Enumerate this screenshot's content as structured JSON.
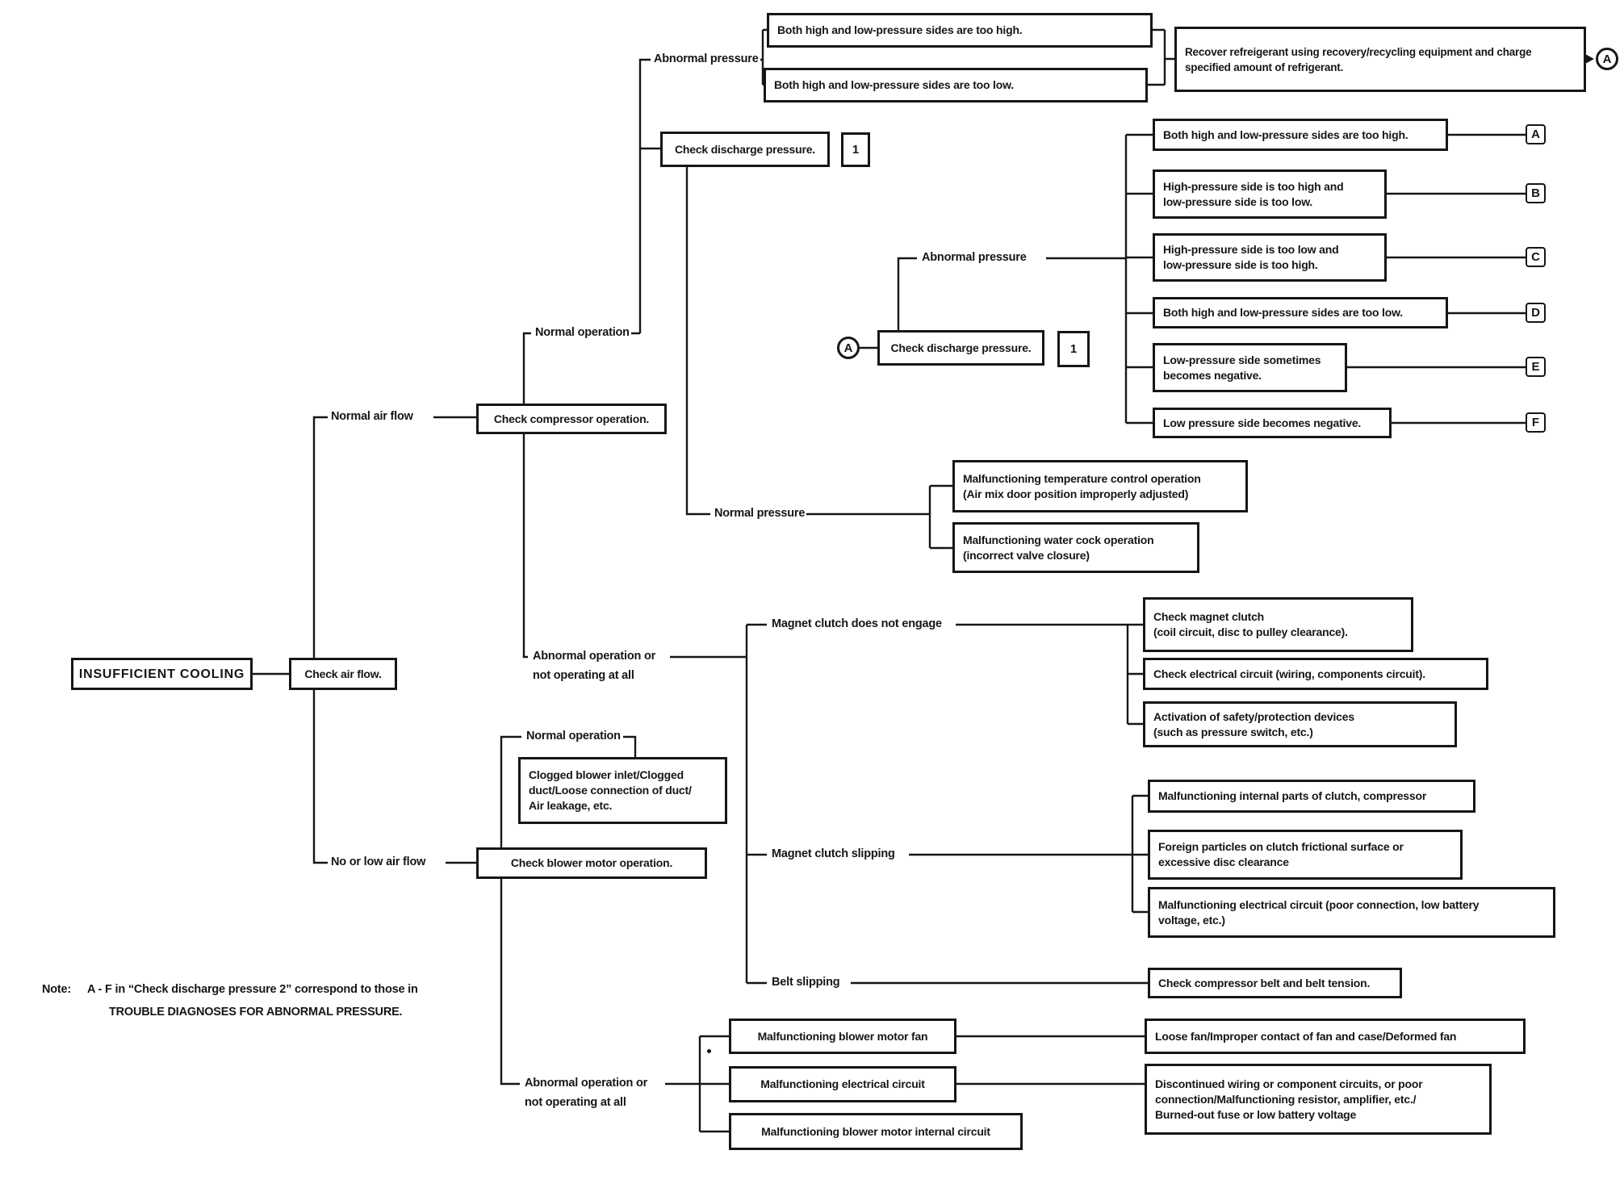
{
  "colors": {
    "ink": "#161616",
    "paper": "#ffffff"
  },
  "t": {
    "insufficient_cooling": "INSUFFICIENT COOLING",
    "check_air_flow": "Check air flow.",
    "normal_air_flow": "Normal air flow",
    "no_or_low_air_flow": "No or low air flow",
    "check_compressor": "Check compressor operation.",
    "normal_operation": "Normal operation",
    "abnormal_operation_1": "Abnormal operation or",
    "abnormal_operation_2": "not operating at all",
    "check_discharge": "Check discharge pressure.",
    "ref1": "1",
    "abnormal_pressure": "Abnormal pressure",
    "normal_pressure": "Normal pressure",
    "conn_a": "A",
    "both_high": "Both high and low-pressure sides are too high.",
    "both_low": "Both high and low-pressure sides are too low.",
    "recover_1": "Recover refreigerant using recovery/recycling equipment and charge",
    "recover_2": "specified amount of refrigerant.",
    "res_b1": "High-pressure side is too high and",
    "res_b2": "low-pressure side is too low.",
    "res_c1": "High-pressure side is too low and",
    "res_c2": "low-pressure side is too high.",
    "res_e1": "Low-pressure side sometimes",
    "res_e2": "becomes negative.",
    "res_f": "Low pressure side becomes negative.",
    "letter_a": "A",
    "letter_b": "B",
    "letter_c": "C",
    "letter_d": "D",
    "letter_e": "E",
    "letter_f": "F",
    "temp_1": "Malfunctioning temperature control operation",
    "temp_2": "(Air mix door position improperly adjusted)",
    "cock_1": "Malfunctioning water cock operation",
    "cock_2": "(incorrect valve closure)",
    "clutch_no_engage": "Magnet clutch does not engage",
    "chk_clutch_1": "Check magnet clutch",
    "chk_clutch_2": "(coil circuit, disc to pulley clearance).",
    "chk_elec": "Check electrical circuit (wiring, components circuit).",
    "safety_1": "Activation of safety/protection devices",
    "safety_2": "(such as pressure switch, etc.)",
    "clutch_slip": "Magnet clutch slipping",
    "internal": "Malfunctioning internal parts of clutch, compressor",
    "foreign_1": "Foreign particles on clutch frictional surface or",
    "foreign_2": "excessive disc clearance",
    "elec_1": "Malfunctioning electrical circuit (poor connection, low battery",
    "elec_2": "voltage, etc.)",
    "belt_slip": "Belt slipping",
    "chk_belt": "Check compressor belt and belt tension.",
    "check_blower": "Check blower motor operation.",
    "clog_1": "Clogged blower inlet/Clogged",
    "clog_2": "duct/Loose connection of duct/",
    "clog_3": "Air leakage, etc.",
    "bfan": "Malfunctioning blower motor fan",
    "belec": "Malfunctioning electrical circuit",
    "bint": "Malfunctioning blower motor internal circuit",
    "loose_fan": "Loose fan/Improper contact of fan and case/Deformed fan",
    "disc_1": "Discontinued wiring or component circuits, or poor",
    "disc_2": "connection/Malfunctioning resistor, amplifier, etc./",
    "disc_3": "Burned-out fuse or low battery voltage",
    "note_label": "Note:",
    "note_1": "A - F in “Check discharge pressure 2” correspond to those in",
    "note_2": "TROUBLE DIAGNOSES FOR ABNORMAL PRESSURE."
  }
}
